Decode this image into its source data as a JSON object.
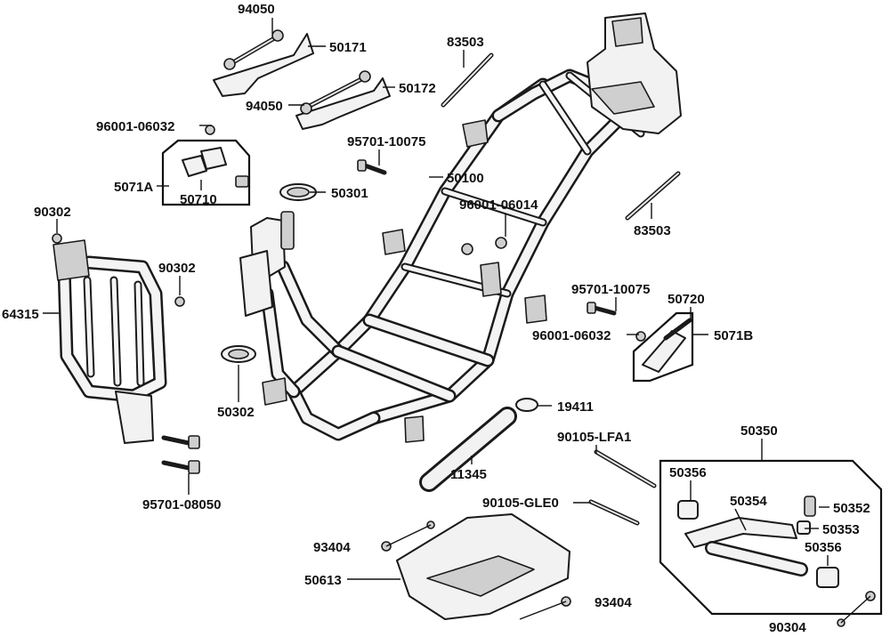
{
  "diagram": {
    "labels": {
      "p94050a": "94050",
      "p50171": "50171",
      "p94050b": "94050",
      "p50172": "50172",
      "p83503a": "83503",
      "p9600106032a": "96001-06032",
      "p9570110075a": "95701-10075",
      "p5071A": "5071A",
      "p50710": "50710",
      "p50301": "50301",
      "p50100": "50100",
      "p9600106014": "96001-06014",
      "p83503b": "83503",
      "p90302a": "90302",
      "p90302b": "90302",
      "p64315": "64315",
      "p9570110075b": "95701-10075",
      "p50720": "50720",
      "p9600106032b": "96001-06032",
      "p5071B": "5071B",
      "p50302": "50302",
      "p19411": "19411",
      "p90105LFA1": "90105-LFA1",
      "p50350": "50350",
      "p11345": "11345",
      "p50356a": "50356",
      "p50354": "50354",
      "p50352": "50352",
      "p9570108050": "95701-08050",
      "p90105GLE0": "90105-GLE0",
      "p50353": "50353",
      "p93404a": "93404",
      "p50356b": "50356",
      "p50613": "50613",
      "p93404b": "93404",
      "p90304": "90304"
    }
  }
}
